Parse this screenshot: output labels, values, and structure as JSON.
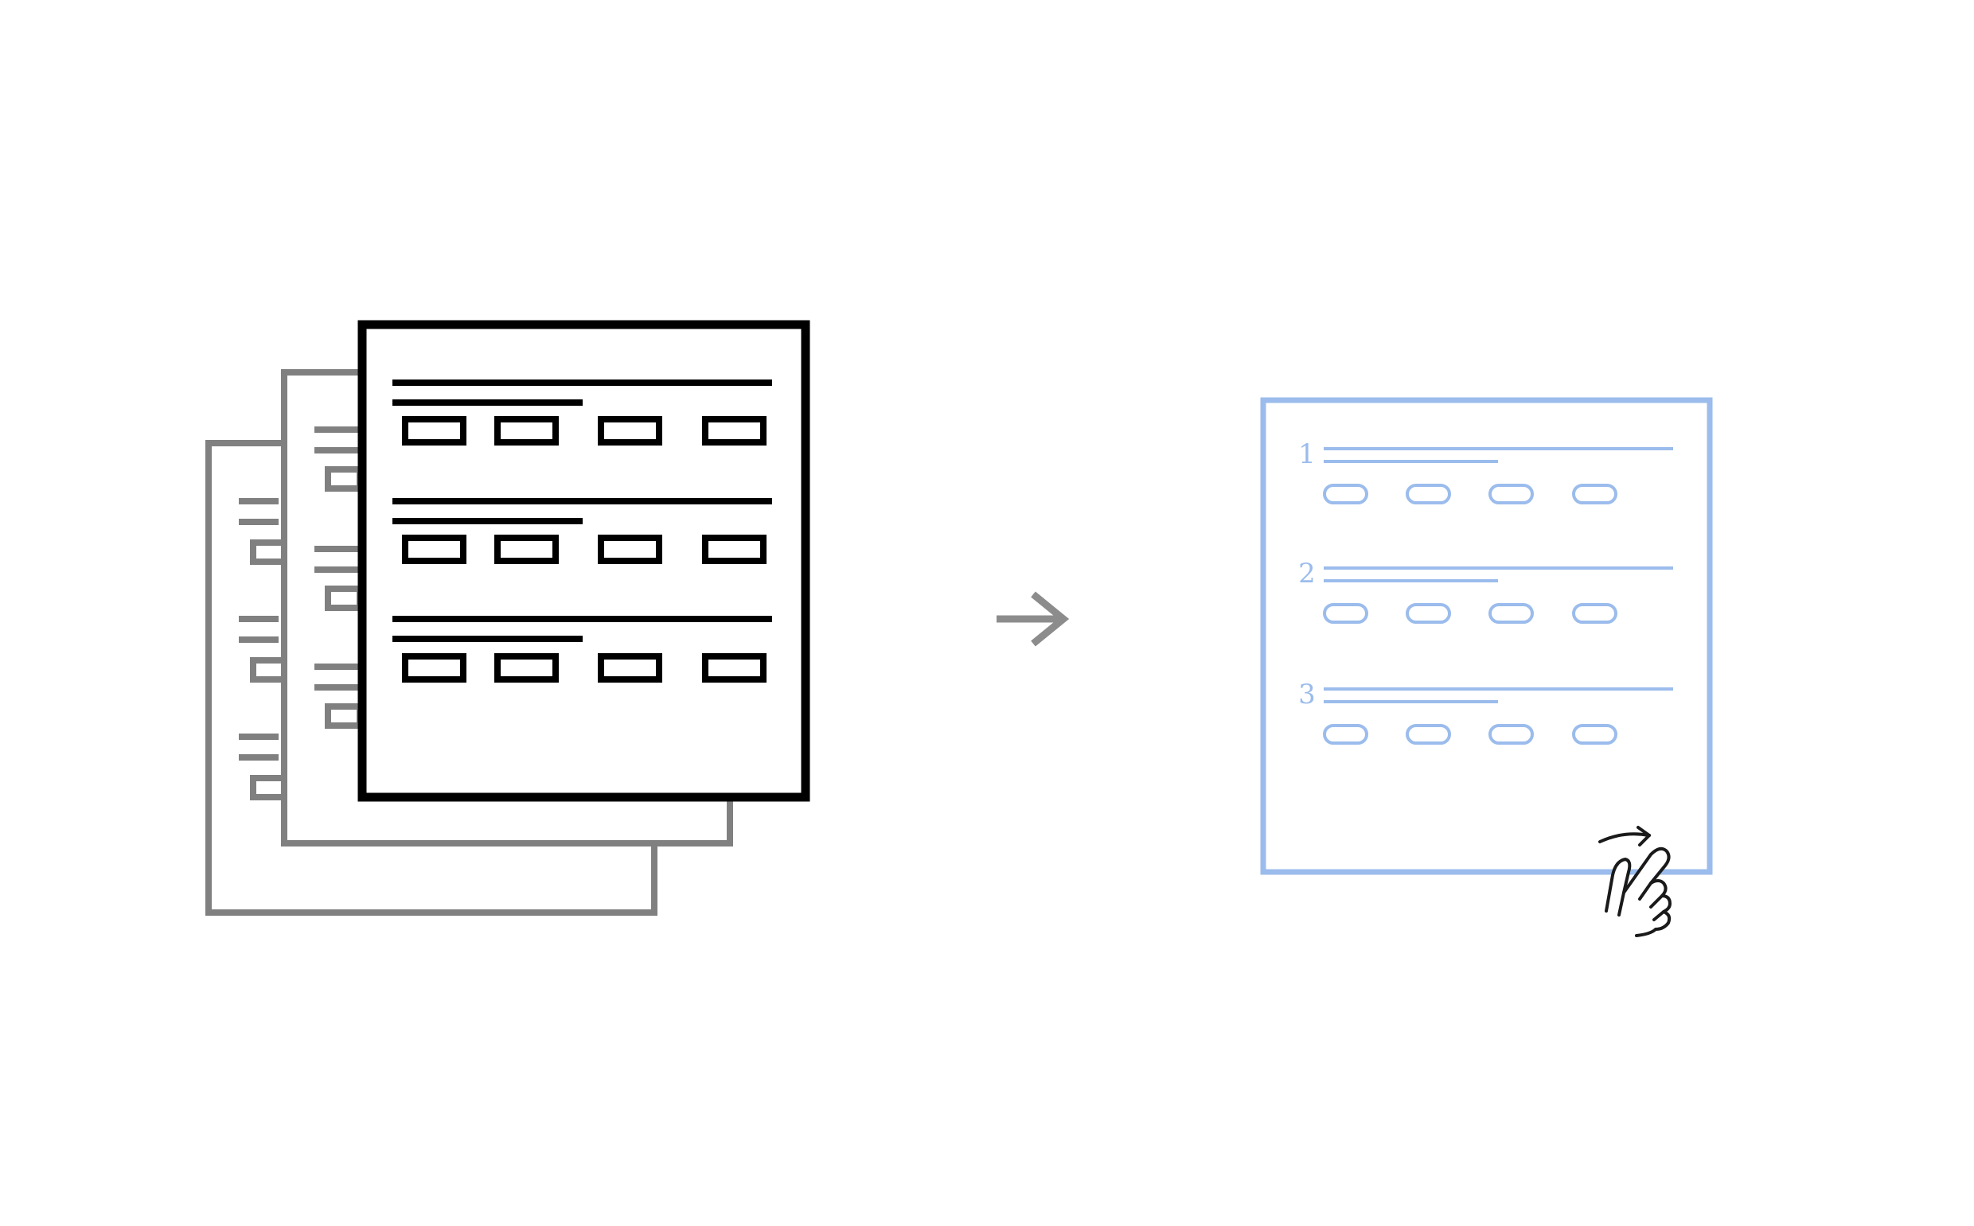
{
  "colors": {
    "background": "#ffffff",
    "back_pages": "#808080",
    "front_page": "#000000",
    "arrow": "#8c8c8c",
    "result_accent": "#9bbcec",
    "hand_icon": "#1a1a1a"
  },
  "source_stack": {
    "page_count": 3,
    "front_page_rows": 3,
    "boxes_per_row": 4
  },
  "result_page": {
    "steps": [
      {
        "number": "1",
        "option_count": 4
      },
      {
        "number": "2",
        "option_count": 4
      },
      {
        "number": "3",
        "option_count": 4
      }
    ]
  },
  "icons": {
    "transform": "arrow-right-icon",
    "gesture": "swipe-hand-icon"
  }
}
